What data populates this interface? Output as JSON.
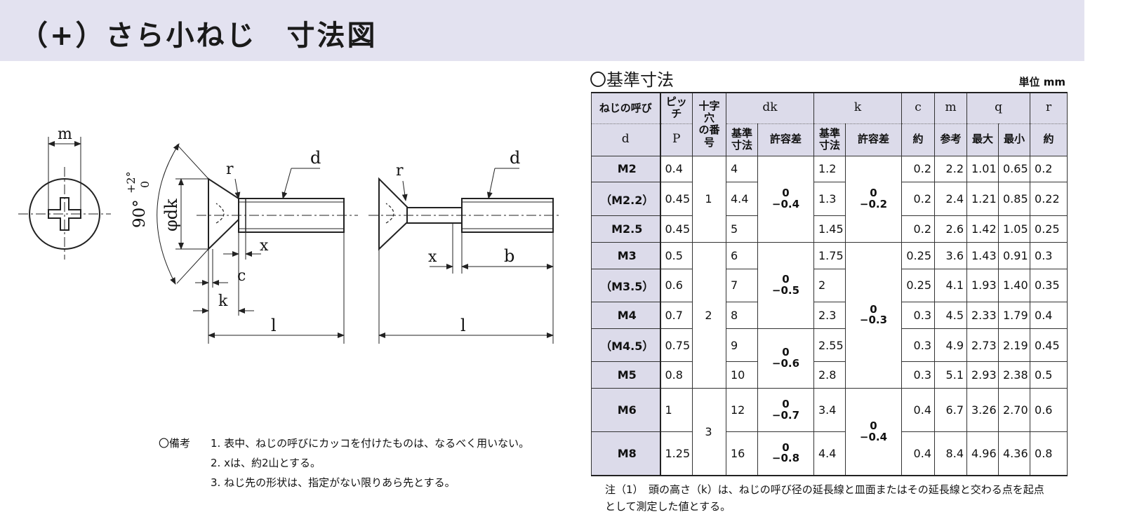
{
  "title": "（+）さら小ねじ　寸法図",
  "drawing_labels": {
    "m": "m",
    "d": "d",
    "r": "r",
    "angle": "90°",
    "angle_upper": "+2°",
    "angle_lower": "0",
    "phi_dk": "φdk",
    "x": "x",
    "c": "c",
    "k": "k",
    "l": "l",
    "b": "b"
  },
  "section_title": "〇基準寸法",
  "unit": "単位 mm",
  "table": {
    "headers": {
      "name_top": "ねじの呼び",
      "name_bottom": "d",
      "pitch_top": "ピッチ",
      "pitch_bottom": "P",
      "cross_top": "十字穴",
      "cross_bottom": "の番号",
      "dk": "dk",
      "k": "k",
      "c": "c",
      "m": "m",
      "q": "q",
      "r": "r",
      "kijun_sunpo": "基準\n寸法",
      "kyoyosa": "許容差",
      "yaku": "約",
      "sanko": "参考",
      "saidai": "最大",
      "saisho": "最小"
    },
    "rows": [
      {
        "d": "M2",
        "p": "0.4",
        "dk": "4",
        "k": "1.2",
        "c": "0.2",
        "m": "2.2",
        "qmax": "1.01",
        "qmin": "0.65",
        "r": "0.2"
      },
      {
        "d": "（M2.2）",
        "p": "0.45",
        "dk": "4.4",
        "k": "1.3",
        "c": "0.2",
        "m": "2.4",
        "qmax": "1.21",
        "qmin": "0.85",
        "r": "0.22"
      },
      {
        "d": "M2.5",
        "p": "0.45",
        "dk": "5",
        "k": "1.45",
        "c": "0.2",
        "m": "2.6",
        "qmax": "1.42",
        "qmin": "1.05",
        "r": "0.25"
      },
      {
        "d": "M3",
        "p": "0.5",
        "dk": "6",
        "k": "1.75",
        "c": "0.25",
        "m": "3.6",
        "qmax": "1.43",
        "qmin": "0.91",
        "r": "0.3"
      },
      {
        "d": "（M3.5）",
        "p": "0.6",
        "dk": "7",
        "k": "2",
        "c": "0.25",
        "m": "4.1",
        "qmax": "1.93",
        "qmin": "1.40",
        "r": "0.35"
      },
      {
        "d": "M4",
        "p": "0.7",
        "dk": "8",
        "k": "2.3",
        "c": "0.3",
        "m": "4.5",
        "qmax": "2.33",
        "qmin": "1.79",
        "r": "0.4"
      },
      {
        "d": "（M4.5）",
        "p": "0.75",
        "dk": "9",
        "k": "2.55",
        "c": "0.3",
        "m": "4.9",
        "qmax": "2.73",
        "qmin": "2.19",
        "r": "0.45"
      },
      {
        "d": "M5",
        "p": "0.8",
        "dk": "10",
        "k": "2.8",
        "c": "0.3",
        "m": "5.1",
        "qmax": "2.93",
        "qmin": "2.38",
        "r": "0.5"
      },
      {
        "d": "M6",
        "p": "1",
        "dk": "12",
        "k": "3.4",
        "c": "0.4",
        "m": "6.7",
        "qmax": "3.26",
        "qmin": "2.70",
        "r": "0.6"
      },
      {
        "d": "M8",
        "p": "1.25",
        "dk": "16",
        "k": "4.4",
        "c": "0.4",
        "m": "8.4",
        "qmax": "4.96",
        "qmin": "4.36",
        "r": "0.8"
      }
    ],
    "cross_groups": [
      "1",
      "2",
      "3"
    ],
    "dk_tol": [
      {
        "upper": "0",
        "lower": "−0.4"
      },
      {
        "upper": "0",
        "lower": "−0.5"
      },
      {
        "upper": "0",
        "lower": "−0.6"
      },
      {
        "upper": "0",
        "lower": "−0.7"
      },
      {
        "upper": "0",
        "lower": "−0.8"
      }
    ],
    "k_tol": [
      {
        "upper": "0",
        "lower": "−0.2"
      },
      {
        "upper": "0",
        "lower": "−0.3"
      },
      {
        "upper": "0",
        "lower": "−0.4"
      }
    ]
  },
  "note": "注（1）　頭の高さ（k）は、ねじの呼び径の延長線と皿面またはその延長線と交わる点を起点として測定した値とする。",
  "remarks": {
    "label": "〇備考",
    "items": [
      "1. 表中、ねじの呼びにカッコを付けたものは、なるべく用いない。",
      "2. xは、約2山とする。",
      "3. ねじ先の形状は、指定がない限りあら先とする。"
    ]
  }
}
